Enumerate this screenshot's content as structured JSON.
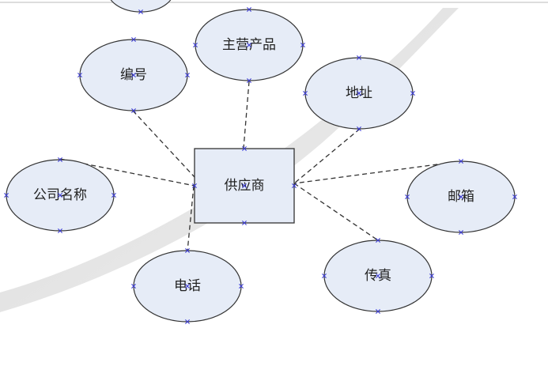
{
  "diagram": {
    "entity": {
      "id": "supplier",
      "label": "供应商"
    },
    "attributes": [
      {
        "id": "top-partial",
        "label": ""
      },
      {
        "id": "main-product",
        "label": "主营产品"
      },
      {
        "id": "number",
        "label": "编号"
      },
      {
        "id": "address",
        "label": "地址"
      },
      {
        "id": "company-name",
        "label": "公司名称"
      },
      {
        "id": "email",
        "label": "邮箱"
      },
      {
        "id": "phone",
        "label": "电话"
      },
      {
        "id": "fax",
        "label": "传真"
      }
    ],
    "colors": {
      "shape_fill": "#e6ecf7",
      "shape_stroke": "#333333",
      "connector": "#333333",
      "marker": "#3a3ad6",
      "swoosh": "#e4e4e4"
    }
  }
}
